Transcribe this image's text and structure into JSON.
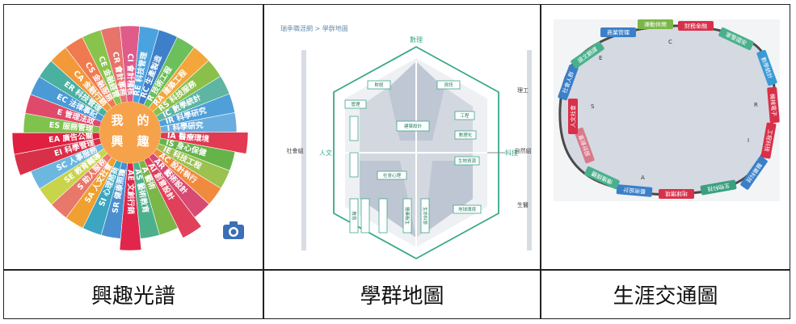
{
  "panels": [
    {
      "caption": "興趣光譜"
    },
    {
      "caption": "學群地圖"
    },
    {
      "caption": "生涯交通圖"
    }
  ],
  "interest": {
    "center": [
      "我",
      "的",
      "興",
      "趣"
    ],
    "segments": [
      {
        "label": "CR 會計事務",
        "color": "#e8736b"
      },
      {
        "label": "CI 會計稽核",
        "color": "#e05a8a"
      },
      {
        "label": "RE 科技管理",
        "color": "#4aa3df"
      },
      {
        "label": "RC 生產製造",
        "color": "#3d7fc9"
      },
      {
        "label": "R 技術工程",
        "color": "#6cbf5a"
      },
      {
        "label": "RA 建築工程",
        "color": "#f4a63b"
      },
      {
        "label": "RS 科技服務",
        "color": "#8ac04a"
      },
      {
        "label": "IC 數學統計",
        "color": "#5db5a2"
      },
      {
        "label": "IR 科學研究",
        "color": "#4fa0d8"
      },
      {
        "label": "I 科學研究",
        "color": "#6aaee0"
      },
      {
        "label": "IA 醫療環境",
        "color": "#e23a52"
      },
      {
        "label": "IS 身心保健",
        "color": "#66b34a"
      },
      {
        "label": "IE 科技工程",
        "color": "#9bc14f"
      },
      {
        "label": "AC 設計執行",
        "color": "#f08a3e"
      },
      {
        "label": "AR 藝術設計",
        "color": "#d94a72"
      },
      {
        "label": "AI 創意設計",
        "color": "#e0405a"
      },
      {
        "label": "A 藝術",
        "color": "#7ab648"
      },
      {
        "label": "AS 藝術教育",
        "color": "#4db08c"
      },
      {
        "label": "AE 文創行銷",
        "color": "#e0264a"
      },
      {
        "label": "SR 健康照護",
        "color": "#4a8fd0"
      },
      {
        "label": "SI 心理諮商",
        "color": "#3aa6c0"
      },
      {
        "label": "SA 人文社會",
        "color": "#f0a030"
      },
      {
        "label": "S 助人服務",
        "color": "#e8786a"
      },
      {
        "label": "SE 教育輔導",
        "color": "#c8d44a"
      },
      {
        "label": "SC 人事服務",
        "color": "#6cb7e0"
      },
      {
        "label": "EI 科學管理",
        "color": "#d9304a"
      },
      {
        "label": "EA 廣告公關",
        "color": "#e02040"
      },
      {
        "label": "ES 服務管理",
        "color": "#7fc24e"
      },
      {
        "label": "E 管理法政",
        "color": "#e04a6a"
      },
      {
        "label": "EC 法律事記",
        "color": "#4a9ad6"
      },
      {
        "label": "ER 科技管理",
        "color": "#4ab0a0"
      },
      {
        "label": "CA 金融行銷",
        "color": "#f29a3a"
      },
      {
        "label": "CS 金融服務",
        "color": "#f07a50"
      },
      {
        "label": "CE 金融經營",
        "color": "#88c44c"
      }
    ]
  },
  "group_map": {
    "breadcrumb": "瑞季職涯網 > 學群地圖",
    "axis_top": "數理",
    "axis_left": "人文",
    "axis_right": "科技",
    "side_left": "社會組",
    "side_right_top": "理工",
    "side_right_mid": "自然組",
    "side_right_bottom": "生醫",
    "boxes_top": [
      "財經",
      "資訊",
      "管理",
      "工程",
      "建築設計",
      "數理化"
    ],
    "boxes_bottom": [
      "醫藥衛生",
      "生命科學",
      "生物資源",
      "地球環境",
      "社會心理",
      "教育"
    ]
  },
  "career_map": {
    "stations": [
      {
        "label": "商業管理",
        "color": "#3a7fc8"
      },
      {
        "label": "運動休閒",
        "color": "#7ab648"
      },
      {
        "label": "財務金融",
        "color": "#d9304a"
      },
      {
        "label": "軍警國安",
        "color": "#4ab08c"
      },
      {
        "label": "數學統計",
        "color": "#3a9ad6"
      },
      {
        "label": "機械電子",
        "color": "#d9304a"
      },
      {
        "label": "工程科技",
        "color": "#d9304a"
      },
      {
        "label": "醫藥科技",
        "color": "#3a7fc8"
      },
      {
        "label": "生物科技",
        "color": "#3aa080"
      },
      {
        "label": "地球環境",
        "color": "#d9304a"
      },
      {
        "label": "藝術設計",
        "color": "#3a7fc8"
      },
      {
        "label": "傳播媒體",
        "color": "#4ab08c"
      },
      {
        "label": "設計創意",
        "color": "#d97a8a"
      },
      {
        "label": "人文社會",
        "color": "#d9304a"
      },
      {
        "label": "社會人群",
        "color": "#3a7fc8"
      },
      {
        "label": "語文翻譯",
        "color": "#4ab08c"
      }
    ],
    "letters": [
      "C",
      "E",
      "S",
      "R",
      "I",
      "A"
    ]
  }
}
